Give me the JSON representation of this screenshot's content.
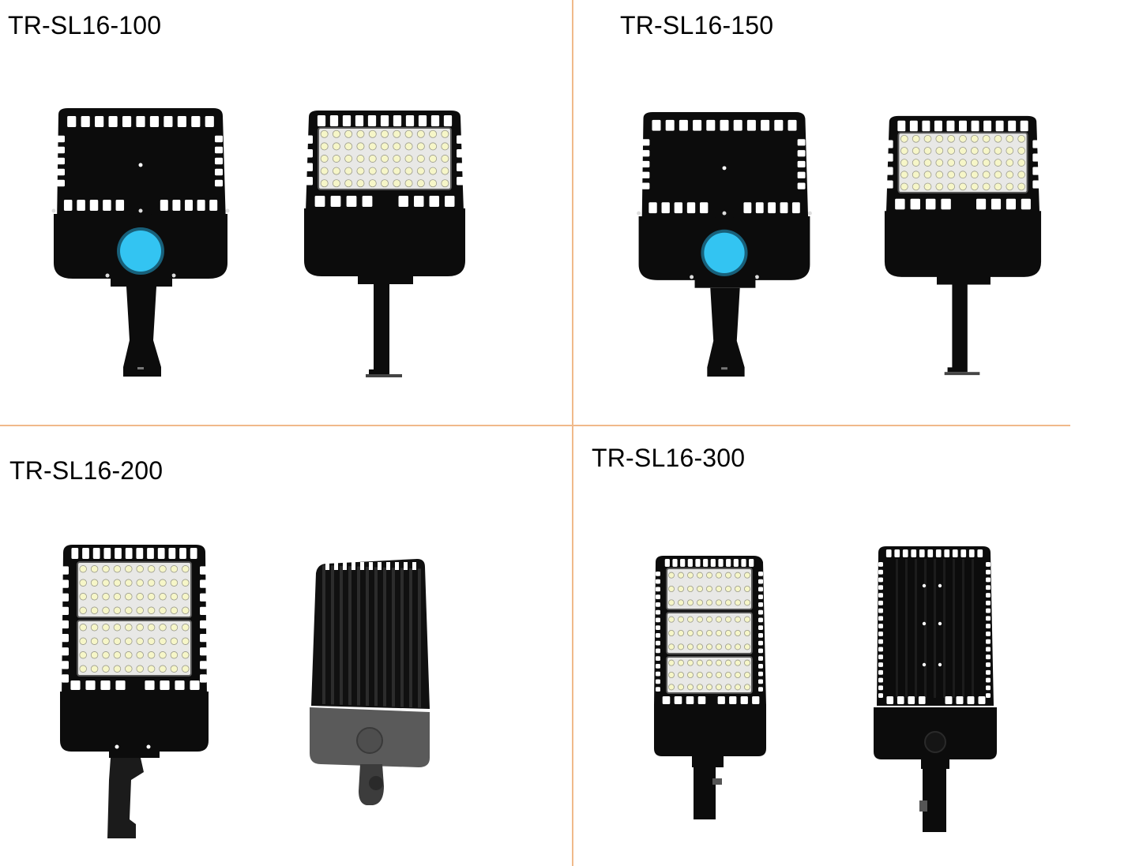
{
  "colors": {
    "housing": "#0c0c0c",
    "housing_grey": "#5a5a5a",
    "sensor_blue": "#33c4f2",
    "led_panel": "#e8e8e6",
    "divider": "#f0b98a"
  },
  "panels": [
    {
      "id": "p1",
      "label": "TR-SL16-100"
    },
    {
      "id": "p2",
      "label": "TR-SL16-150"
    },
    {
      "id": "p3",
      "label": "TR-SL16-200"
    },
    {
      "id": "p4",
      "label": "TR-SL16-300"
    }
  ]
}
